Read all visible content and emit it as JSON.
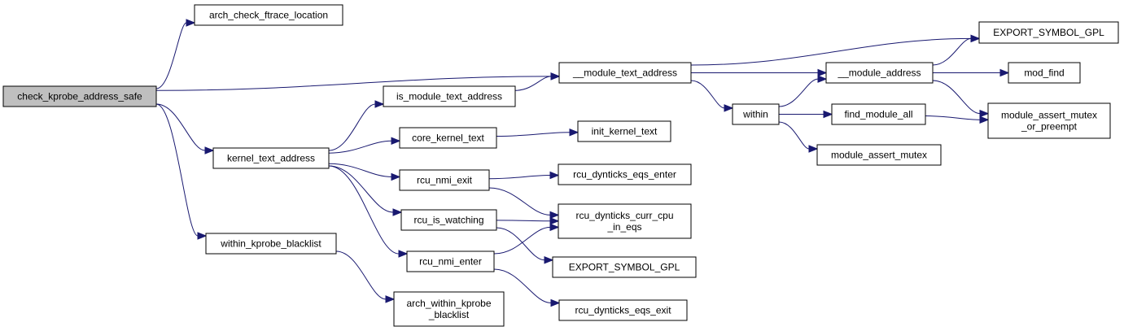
{
  "colors": {
    "edge": "#191970",
    "root_fill": "#bfbfbf",
    "node_fill": "#ffffff",
    "node_stroke": "#000000"
  },
  "nodes": [
    {
      "id": "check_kprobe_address_safe",
      "lines": [
        "check_kprobe_address_safe"
      ]
    },
    {
      "id": "arch_check_ftrace_location",
      "lines": [
        "arch_check_ftrace_location"
      ]
    },
    {
      "id": "__module_text_address",
      "lines": [
        "__module_text_address"
      ]
    },
    {
      "id": "kernel_text_address",
      "lines": [
        "kernel_text_address"
      ]
    },
    {
      "id": "within_kprobe_blacklist",
      "lines": [
        "within_kprobe_blacklist"
      ]
    },
    {
      "id": "is_module_text_address",
      "lines": [
        "is_module_text_address"
      ]
    },
    {
      "id": "core_kernel_text",
      "lines": [
        "core_kernel_text"
      ]
    },
    {
      "id": "rcu_nmi_exit",
      "lines": [
        "rcu_nmi_exit"
      ]
    },
    {
      "id": "rcu_is_watching",
      "lines": [
        "rcu_is_watching"
      ]
    },
    {
      "id": "rcu_nmi_enter",
      "lines": [
        "rcu_nmi_enter"
      ]
    },
    {
      "id": "arch_within_kprobe_blacklist",
      "lines": [
        "arch_within_kprobe",
        "_blacklist"
      ]
    },
    {
      "id": "init_kernel_text",
      "lines": [
        "init_kernel_text"
      ]
    },
    {
      "id": "rcu_dynticks_eqs_enter",
      "lines": [
        "rcu_dynticks_eqs_enter"
      ]
    },
    {
      "id": "rcu_dynticks_curr_cpu_in_eqs",
      "lines": [
        "rcu_dynticks_curr_cpu",
        "_in_eqs"
      ]
    },
    {
      "id": "EXPORT_SYMBOL_GPL_2",
      "lines": [
        "EXPORT_SYMBOL_GPL"
      ]
    },
    {
      "id": "rcu_dynticks_eqs_exit",
      "lines": [
        "rcu_dynticks_eqs_exit"
      ]
    },
    {
      "id": "within",
      "lines": [
        "within"
      ]
    },
    {
      "id": "__module_address",
      "lines": [
        "__module_address"
      ]
    },
    {
      "id": "find_module_all",
      "lines": [
        "find_module_all"
      ]
    },
    {
      "id": "module_assert_mutex",
      "lines": [
        "module_assert_mutex"
      ]
    },
    {
      "id": "EXPORT_SYMBOL_GPL_1",
      "lines": [
        "EXPORT_SYMBOL_GPL"
      ]
    },
    {
      "id": "mod_find",
      "lines": [
        "mod_find"
      ]
    },
    {
      "id": "module_assert_mutex_or_preempt",
      "lines": [
        "module_assert_mutex",
        "_or_preempt"
      ]
    }
  ],
  "edges": [
    {
      "from": "check_kprobe_address_safe",
      "to": "arch_check_ftrace_location"
    },
    {
      "from": "check_kprobe_address_safe",
      "to": "__module_text_address"
    },
    {
      "from": "check_kprobe_address_safe",
      "to": "kernel_text_address"
    },
    {
      "from": "check_kprobe_address_safe",
      "to": "within_kprobe_blacklist"
    },
    {
      "from": "__module_text_address",
      "to": "EXPORT_SYMBOL_GPL_1"
    },
    {
      "from": "__module_text_address",
      "to": "__module_address"
    },
    {
      "from": "__module_text_address",
      "to": "within"
    },
    {
      "from": "kernel_text_address",
      "to": "is_module_text_address"
    },
    {
      "from": "kernel_text_address",
      "to": "core_kernel_text"
    },
    {
      "from": "kernel_text_address",
      "to": "rcu_nmi_exit"
    },
    {
      "from": "kernel_text_address",
      "to": "rcu_is_watching"
    },
    {
      "from": "kernel_text_address",
      "to": "rcu_nmi_enter"
    },
    {
      "from": "is_module_text_address",
      "to": "__module_text_address"
    },
    {
      "from": "core_kernel_text",
      "to": "init_kernel_text"
    },
    {
      "from": "rcu_nmi_exit",
      "to": "rcu_dynticks_eqs_enter"
    },
    {
      "from": "rcu_nmi_exit",
      "to": "rcu_dynticks_curr_cpu_in_eqs"
    },
    {
      "from": "rcu_is_watching",
      "to": "rcu_dynticks_curr_cpu_in_eqs"
    },
    {
      "from": "rcu_is_watching",
      "to": "EXPORT_SYMBOL_GPL_2"
    },
    {
      "from": "rcu_nmi_enter",
      "to": "rcu_dynticks_curr_cpu_in_eqs"
    },
    {
      "from": "rcu_nmi_enter",
      "to": "rcu_dynticks_eqs_exit"
    },
    {
      "from": "within_kprobe_blacklist",
      "to": "arch_within_kprobe_blacklist"
    },
    {
      "from": "within",
      "to": "__module_address"
    },
    {
      "from": "within",
      "to": "find_module_all"
    },
    {
      "from": "within",
      "to": "module_assert_mutex"
    },
    {
      "from": "__module_address",
      "to": "EXPORT_SYMBOL_GPL_1"
    },
    {
      "from": "__module_address",
      "to": "mod_find"
    },
    {
      "from": "__module_address",
      "to": "module_assert_mutex_or_preempt"
    },
    {
      "from": "find_module_all",
      "to": "module_assert_mutex_or_preempt"
    }
  ]
}
